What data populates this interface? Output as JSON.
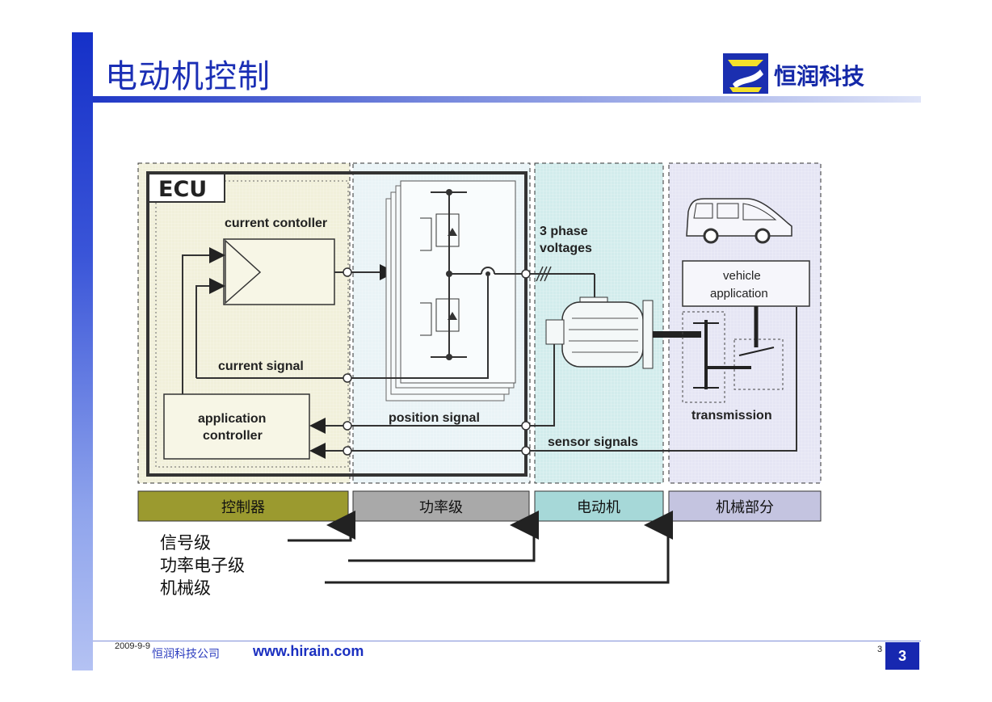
{
  "slide": {
    "title": "电动机控制",
    "logo_text": "恒润科技"
  },
  "diagram": {
    "ecu_label": "ECU",
    "current_controller": "current contoller",
    "three_phase_1": "3 phase",
    "three_phase_2": "voltages",
    "vehicle_application_1": "vehicle",
    "vehicle_application_2": "application",
    "current_signal": "current signal",
    "application_controller_1": "application",
    "application_controller_2": "controller",
    "position_signal": "position signal",
    "transmission": "transmission",
    "sensor_signals": "sensor signals"
  },
  "categories": [
    {
      "label": "控制器",
      "color": "#9b9a2f"
    },
    {
      "label": "功率级",
      "color": "#a9a9a9"
    },
    {
      "label": "电动机",
      "color": "#a6d8d8"
    },
    {
      "label": "机械部分",
      "color": "#c4c4e0"
    }
  ],
  "legend": [
    "信号级",
    "功率电子级",
    "机械级"
  ],
  "footer": {
    "date": "2009-9-9",
    "company": "恒润科技公司",
    "url": "www.hirain.com",
    "small_page": "3",
    "page": "3"
  }
}
